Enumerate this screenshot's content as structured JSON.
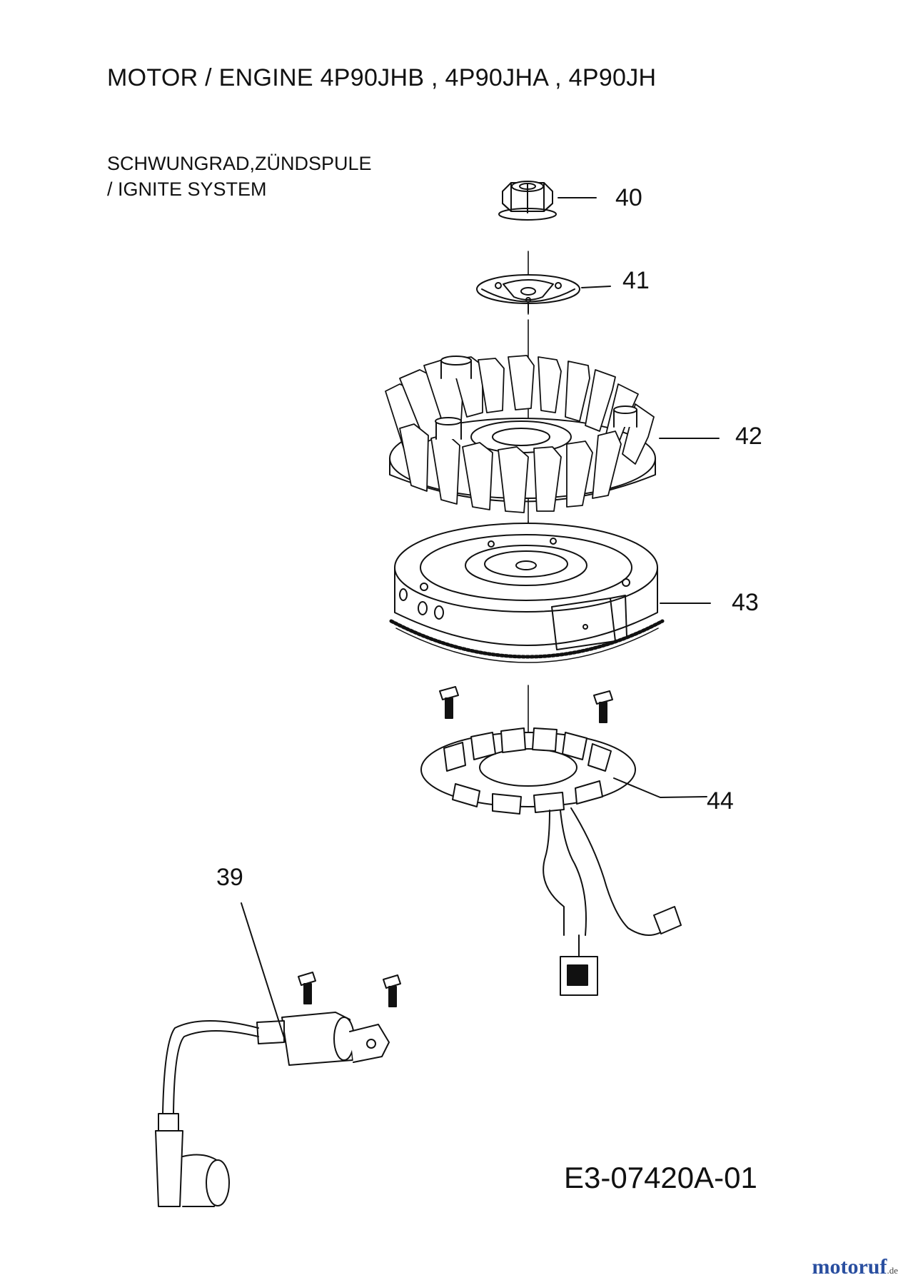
{
  "header": {
    "title": "MOTOR / ENGINE  4P90JHB , 4P90JHA , 4P90JH",
    "subtitle_line1": "SCHWUNGRAD,ZÜNDSPULE",
    "subtitle_line2": "/  IGNITE SYSTEM"
  },
  "parts": [
    {
      "number": "40",
      "part": "nut"
    },
    {
      "number": "41",
      "part": "washer-plate"
    },
    {
      "number": "42",
      "part": "fan"
    },
    {
      "number": "43",
      "part": "flywheel"
    },
    {
      "number": "44",
      "part": "stator-coil"
    },
    {
      "number": "39",
      "part": "ignition-coil"
    }
  ],
  "drawing_code": "E3-07420A-01",
  "watermark": {
    "brand": "motoruf",
    "suffix": ".de"
  }
}
